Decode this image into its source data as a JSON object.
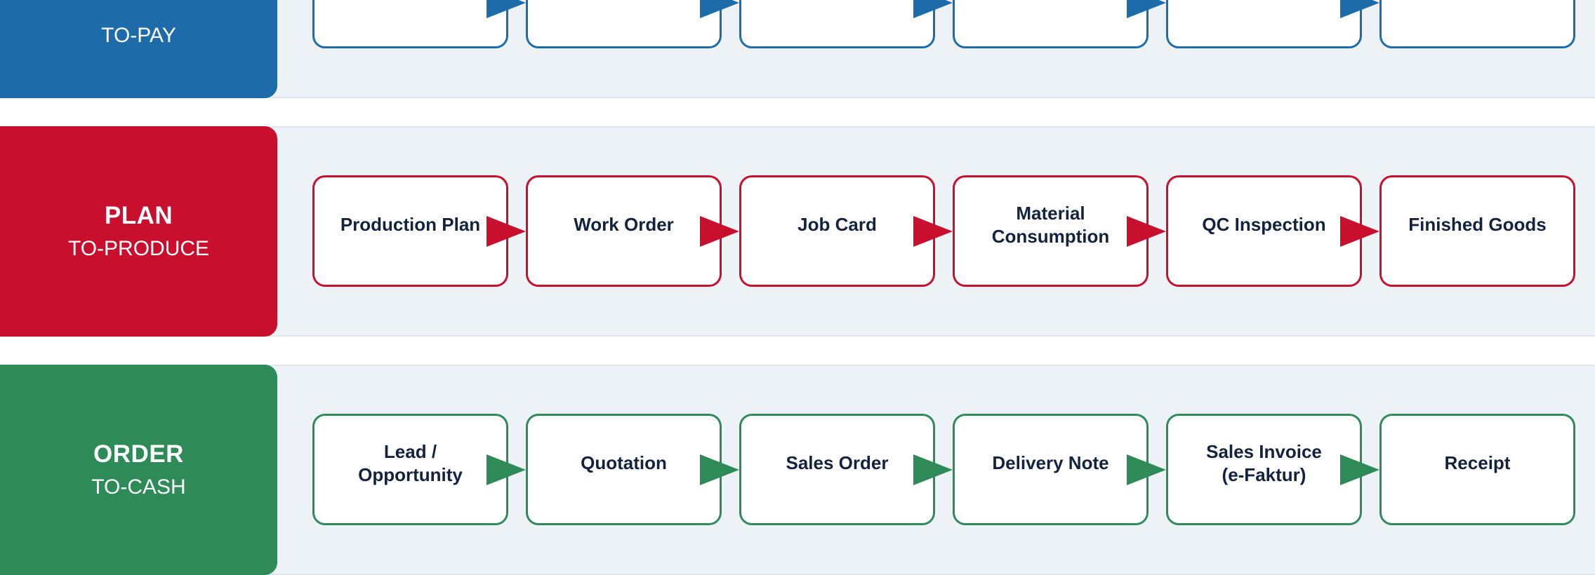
{
  "lanes": [
    {
      "id": "procure",
      "title": "",
      "subtitle": "TO-PAY",
      "color": "#1d6ca9",
      "steps": [
        "",
        "",
        "",
        "",
        "",
        ""
      ]
    },
    {
      "id": "plan",
      "title": "PLAN",
      "subtitle": "TO-PRODUCE",
      "color": "#c8102e",
      "steps": [
        "Production Plan",
        "Work Order",
        "Job Card",
        "Material\nConsumption",
        "QC Inspection",
        "Finished Goods"
      ]
    },
    {
      "id": "order",
      "title": "ORDER",
      "subtitle": "TO-CASH",
      "color": "#2e8b57",
      "steps": [
        "Lead /\nOpportunity",
        "Quotation",
        "Sales Order",
        "Delivery Note",
        "Sales Invoice\n(e-Faktur)",
        "Receipt"
      ]
    }
  ]
}
